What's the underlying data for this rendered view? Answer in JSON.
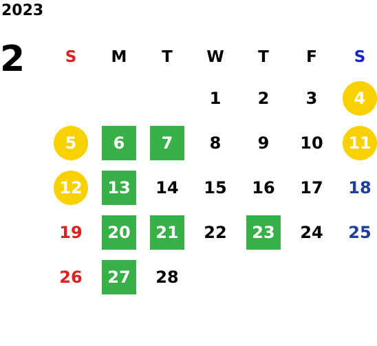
{
  "year": "2023",
  "month": "2",
  "colors": {
    "sunday": "#e02020",
    "saturday": "#1f3f99",
    "saturday_header": "#1a22d0",
    "highlight_circle": "#f9d000",
    "highlight_box": "#38b048"
  },
  "weekdays": [
    "S",
    "M",
    "T",
    "W",
    "T",
    "F",
    "S"
  ],
  "weeks": [
    [
      null,
      null,
      null,
      {
        "d": "1"
      },
      {
        "d": "2"
      },
      {
        "d": "3"
      },
      {
        "d": "4",
        "s": "circle"
      }
    ],
    [
      {
        "d": "5",
        "s": "circle"
      },
      {
        "d": "6",
        "s": "box"
      },
      {
        "d": "7",
        "s": "box"
      },
      {
        "d": "8"
      },
      {
        "d": "9"
      },
      {
        "d": "10"
      },
      {
        "d": "11",
        "s": "circle"
      }
    ],
    [
      {
        "d": "12",
        "s": "circle"
      },
      {
        "d": "13",
        "s": "box"
      },
      {
        "d": "14"
      },
      {
        "d": "15"
      },
      {
        "d": "16"
      },
      {
        "d": "17"
      },
      {
        "d": "18"
      }
    ],
    [
      {
        "d": "19"
      },
      {
        "d": "20",
        "s": "box"
      },
      {
        "d": "21",
        "s": "box"
      },
      {
        "d": "22"
      },
      {
        "d": "23",
        "s": "box"
      },
      {
        "d": "24"
      },
      {
        "d": "25"
      }
    ],
    [
      {
        "d": "26"
      },
      {
        "d": "27",
        "s": "box"
      },
      {
        "d": "28"
      },
      null,
      null,
      null,
      null
    ]
  ]
}
